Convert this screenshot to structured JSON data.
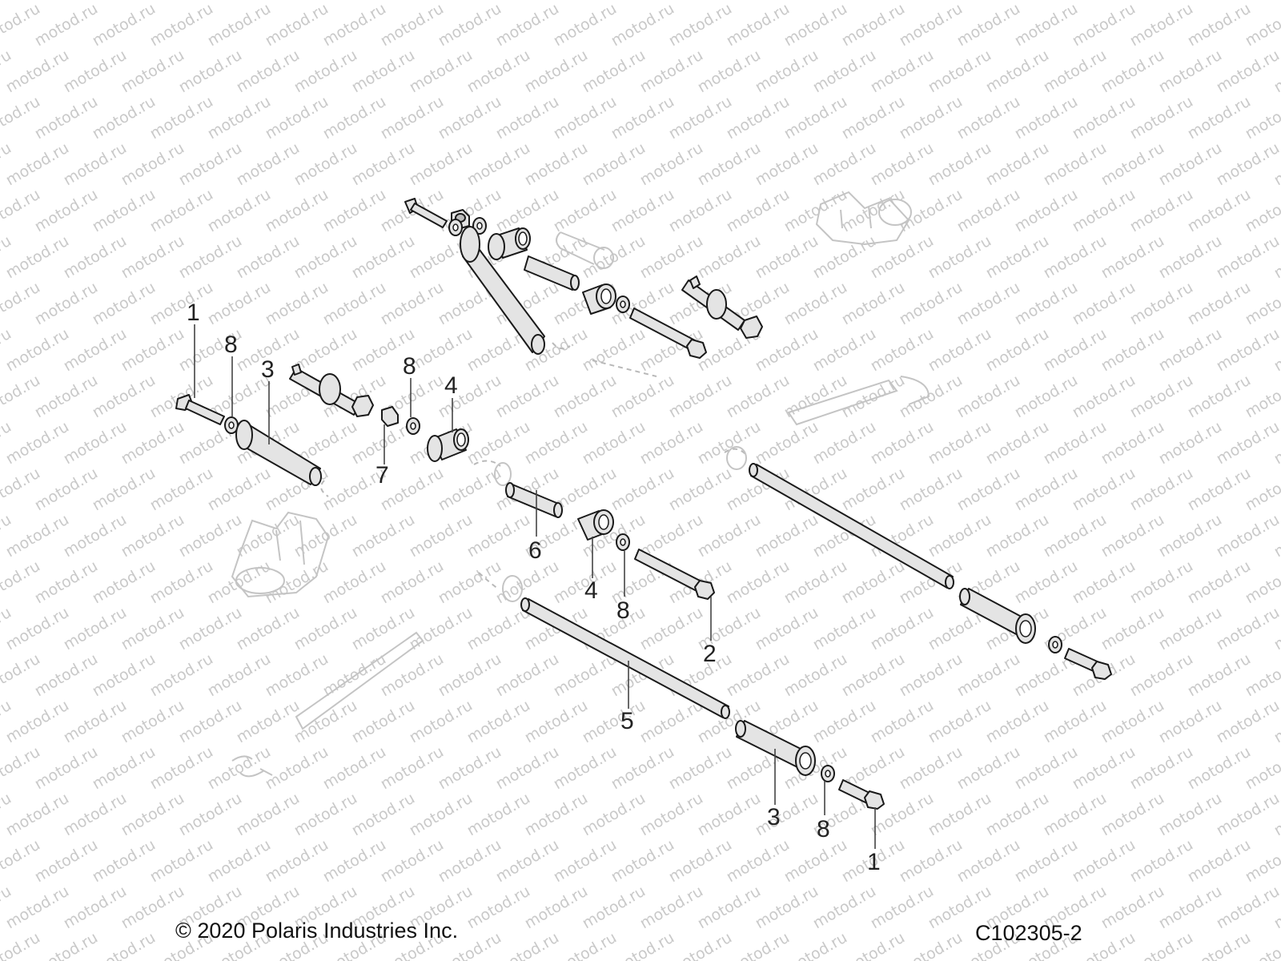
{
  "watermark": "motod.ru",
  "callouts": [
    {
      "id": "c1a",
      "label": "1"
    },
    {
      "id": "c8a",
      "label": "8"
    },
    {
      "id": "c3a",
      "label": "3"
    },
    {
      "id": "c8b",
      "label": "8"
    },
    {
      "id": "c4a",
      "label": "4"
    },
    {
      "id": "c7",
      "label": "7"
    },
    {
      "id": "c6",
      "label": "6"
    },
    {
      "id": "c4b",
      "label": "4"
    },
    {
      "id": "c8c",
      "label": "8"
    },
    {
      "id": "c2",
      "label": "2"
    },
    {
      "id": "c5",
      "label": "5"
    },
    {
      "id": "c3b",
      "label": "3"
    },
    {
      "id": "c8d",
      "label": "8"
    },
    {
      "id": "c1b",
      "label": "1"
    }
  ],
  "footer": {
    "copyright": "© 2020 Polaris Industries Inc.",
    "figure_id": "C102305-2"
  },
  "colors": {
    "line": "#1a1a1a",
    "part_fill": "#e4e4e4",
    "watermark": "#c9c9c9"
  }
}
